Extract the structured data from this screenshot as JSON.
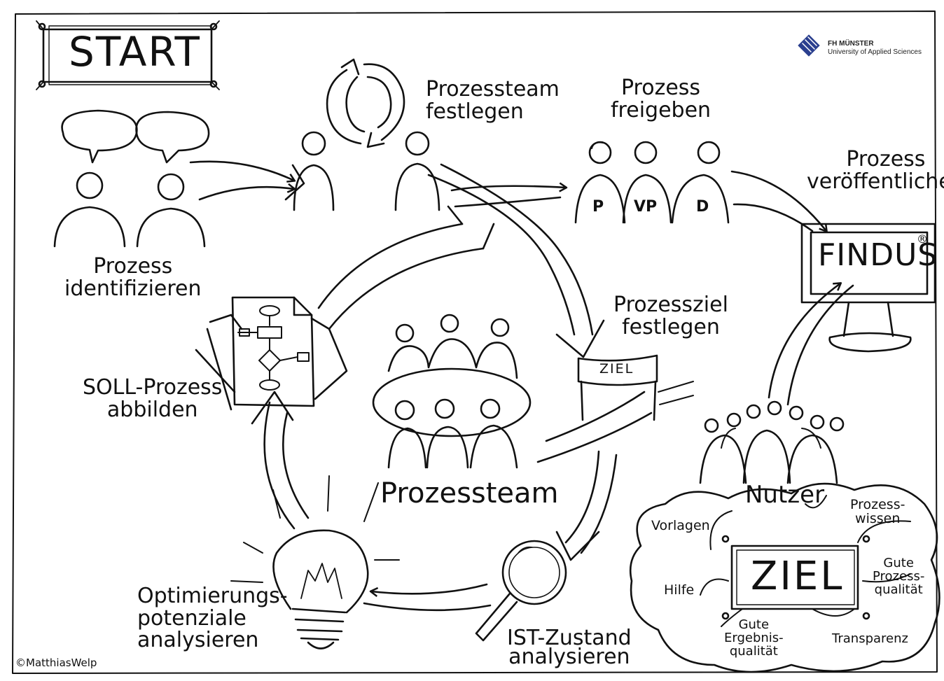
{
  "start_label": "START",
  "logo": {
    "name": "FH MÜNSTER",
    "subtitle": "University of Applied Sciences"
  },
  "steps": {
    "identify": [
      "Prozess",
      "identifizieren"
    ],
    "team": [
      "Prozessteam",
      "festlegen"
    ],
    "release": [
      "Prozess",
      "freigeben"
    ],
    "publish": [
      "Prozess",
      "veröffentlichen"
    ],
    "goal": [
      "Prozessziel",
      "festlegen"
    ],
    "soll": [
      "SOLL-Prozess",
      "abbilden"
    ],
    "optimize": [
      "Optimierungs-",
      "potenziale",
      "analysieren"
    ],
    "ist": [
      "IST-Zustand",
      "analysieren"
    ]
  },
  "approvers": [
    "P",
    "VP",
    "D"
  ],
  "findus_label": "FINDUS",
  "findus_mark": "®",
  "goal_banner": "ZIEL",
  "center_label": "Prozessteam",
  "users_label": "Nutzer",
  "cloud": {
    "center": "ZIEL",
    "items": {
      "vorlagen": "Vorlagen",
      "prozesswissen": [
        "Prozess-",
        "wissen"
      ],
      "hilfe": "Hilfe",
      "gute_prozessqualitaet": [
        "Gute",
        "Prozess-",
        "qualität"
      ],
      "gute_ergebnisqualitaet": [
        "Gute",
        "Ergebnis-",
        "qualität"
      ],
      "transparenz": "Transparenz"
    }
  },
  "credit": "©MatthiasWelp"
}
